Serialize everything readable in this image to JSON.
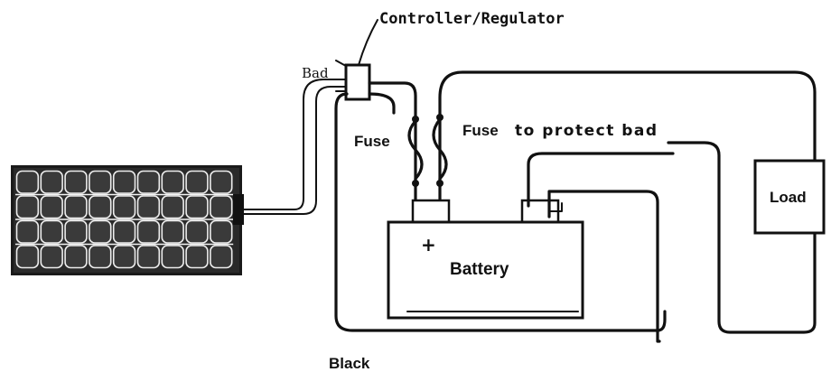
{
  "labels": {
    "controller": "Controller/Regulator",
    "bad": "Bad",
    "fuse": "Fuse",
    "fuse_load_prefix": "Fuse",
    "fuse_load_suffix": "to protect bad",
    "battery": "Battery",
    "plus": "+",
    "load": "Load",
    "black": "Black"
  }
}
